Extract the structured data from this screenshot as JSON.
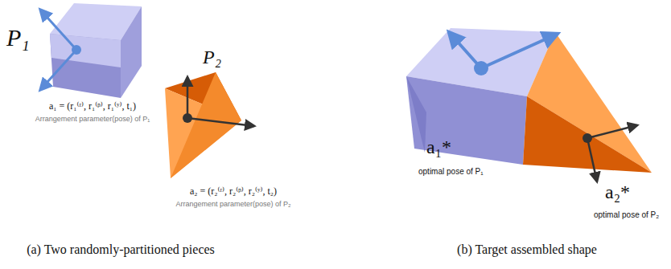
{
  "diagram": {
    "labels": [
      "P₁",
      "a₁ = (r₁⁽ʳ⁾, r₁⁽ᵖ⁾, r₁⁽ʸ⁾, t₁)",
      "Arrangement parameter(pose) of P₁",
      "P₂",
      "a₂ = (r₂⁽ʳ⁾, r₂⁽ᵖ⁾, r₂⁽ʸ⁾, t₂)",
      "Arrangement parameter(pose) of P₂",
      "a₁*",
      "optimal pose of P₁",
      "a₂*",
      "optimal pose of P₂",
      "(a) Two randomly-partitioned pieces",
      "(b) Target assembled shape"
    ]
  }
}
